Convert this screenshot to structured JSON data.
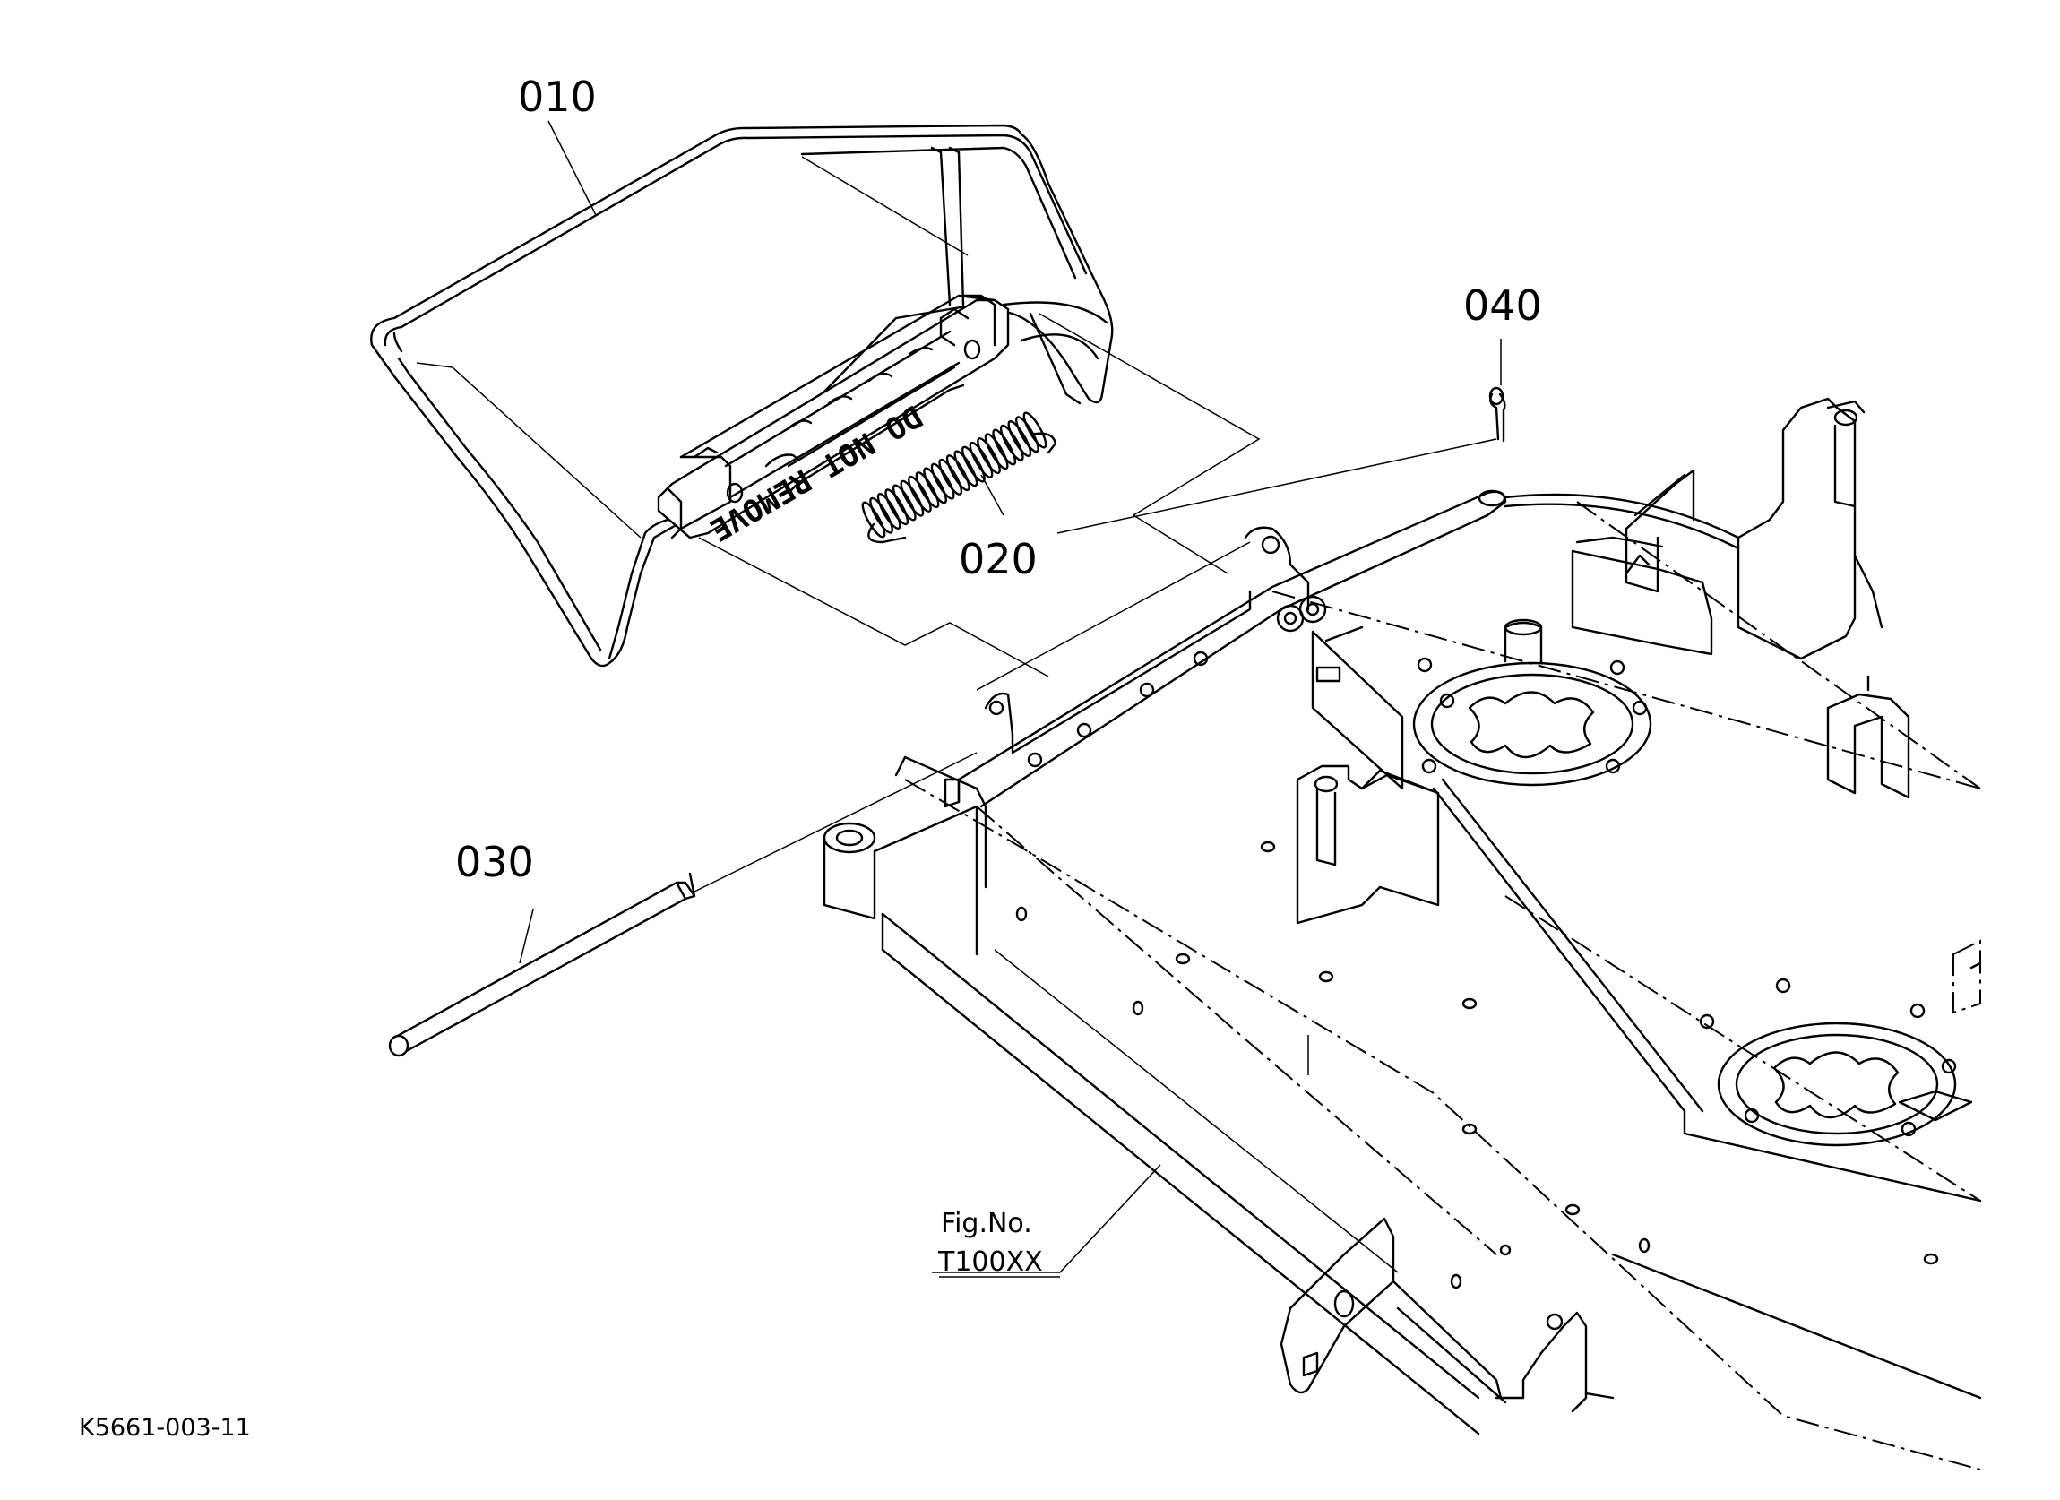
{
  "callouts": {
    "p010": "010",
    "p020": "020",
    "p030": "030",
    "p040": "040"
  },
  "decal_text": "DO NOT REMOVE",
  "fig_ref": {
    "line1": "Fig.No.",
    "line2": "T100XX"
  },
  "drawing_code": "K5661-003-11",
  "colors": {
    "line": "#000000",
    "background": "#ffffff"
  }
}
